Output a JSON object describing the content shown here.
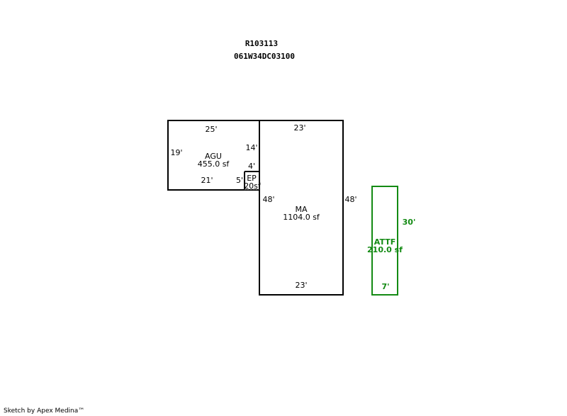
{
  "header": {
    "parcel_id": "R103113",
    "map_number": "061W34DC03100"
  },
  "areas": {
    "agu": {
      "code": "AGU",
      "area": "455.0 sf",
      "top": "25'",
      "left": "19'",
      "bottom": "21'",
      "right_upper": "14'",
      "right_lower": "4'"
    },
    "ep": {
      "code": "EP",
      "area": "20sf",
      "side": "5'"
    },
    "ma": {
      "code": "MA",
      "area": "1104.0 sf",
      "top": "23'",
      "bottom": "23'",
      "left": "48'",
      "right": "48'"
    },
    "attf": {
      "code": "ATTF",
      "area": "210.0 sf",
      "right": "30'",
      "bottom": "7'"
    }
  },
  "colors": {
    "line": "#000000",
    "attf": "#138a13",
    "dashed": "#888888"
  },
  "footer": {
    "credit": "Sketch by Apex Medina™"
  }
}
